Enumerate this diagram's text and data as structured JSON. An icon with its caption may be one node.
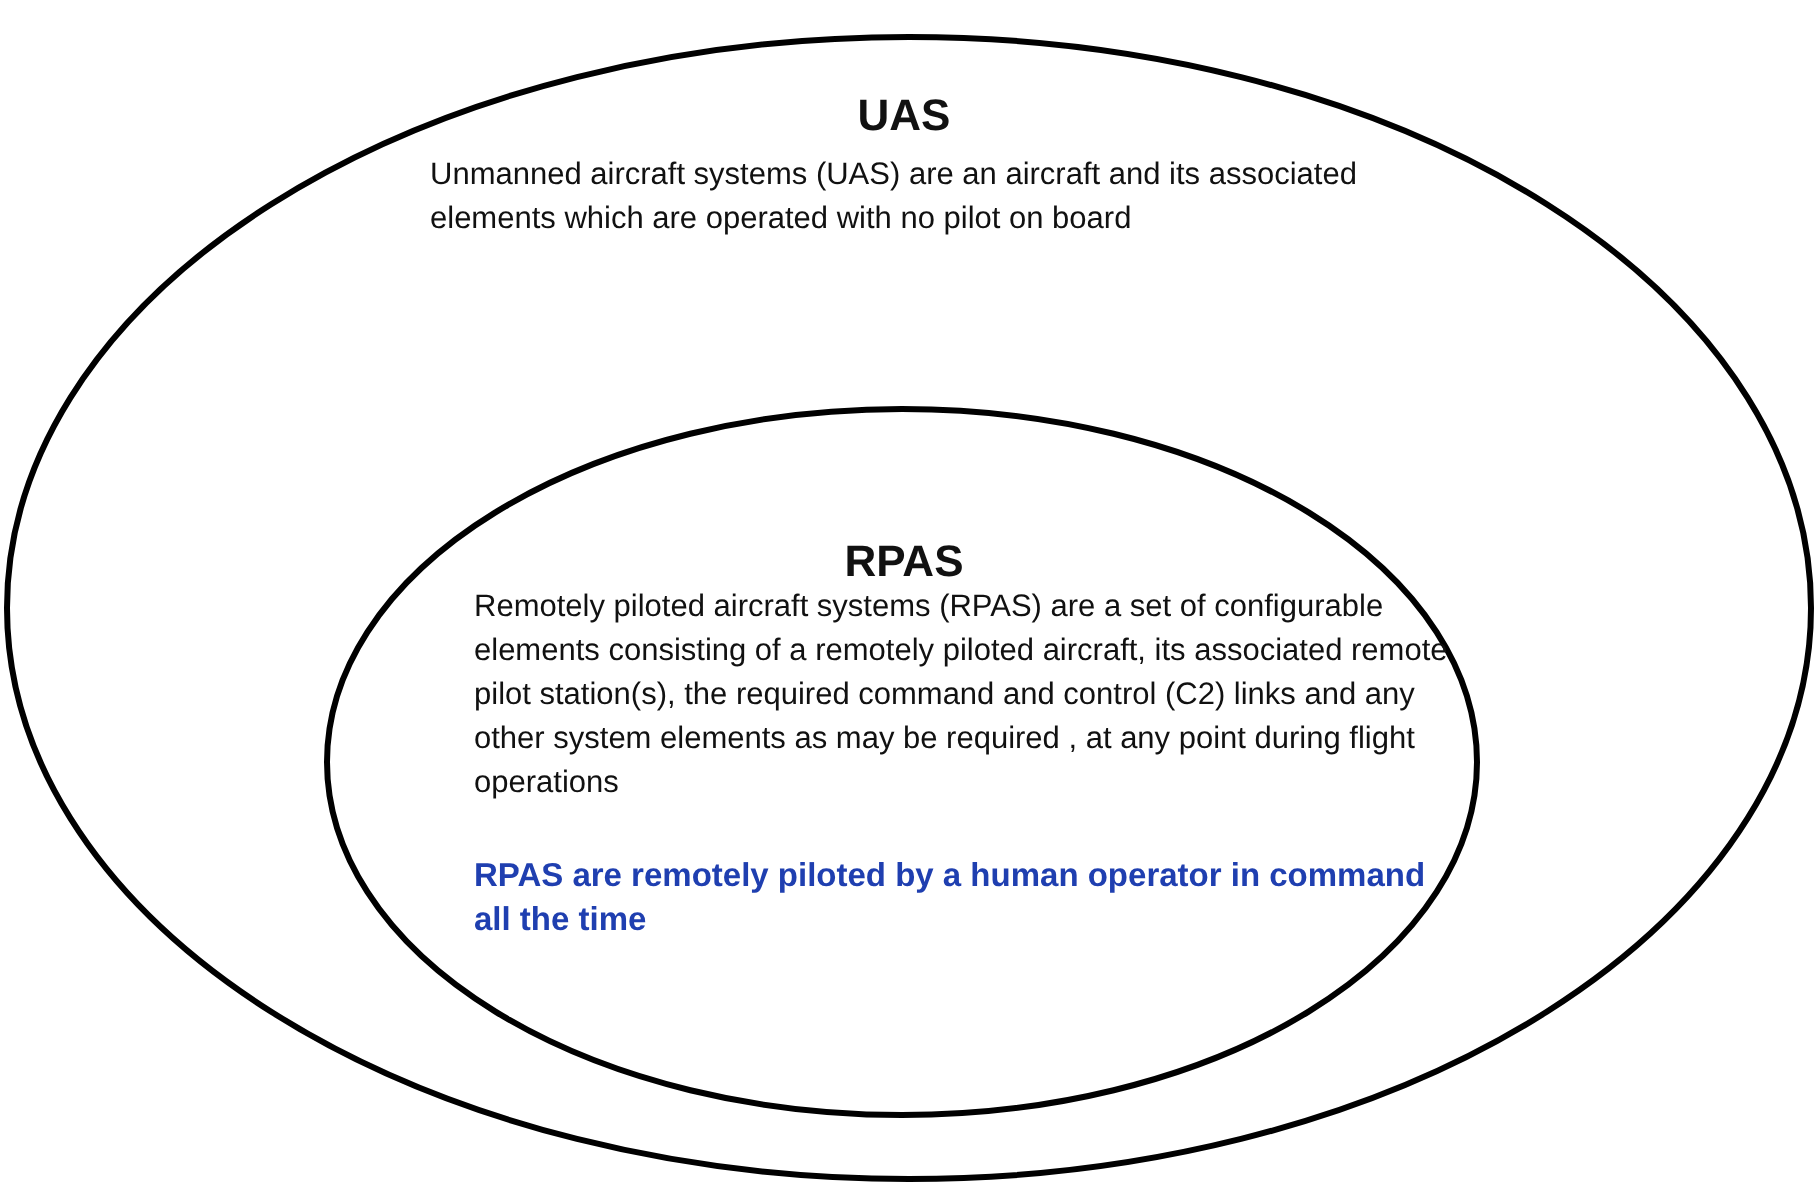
{
  "diagram": {
    "nodes": [
      {
        "text": [
          "UAS",
          "Unmanned aircraft systems (UAS) are an aircraft and its associated elements which are operated with no pilot on board"
        ]
      },
      {
        "text": [
          "RPAS",
          "Remotely piloted aircraft systems (RPAS) are a set of configurable elements consisting of a remotely piloted aircraft, its associated remote pilot station(s), the required command and control (C2) links and any other system elements as may be required , at any point during flight operations",
          "RPAS are remotely piloted by a human operator in command all the time"
        ],
        "in": 0
      }
    ]
  }
}
